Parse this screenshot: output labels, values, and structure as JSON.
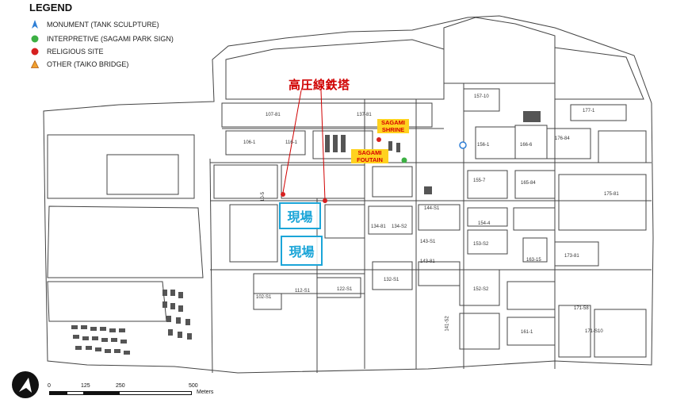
{
  "legend": {
    "title": "LEGEND",
    "items": [
      {
        "label": "MONUMENT (TANK SCULPTURE)",
        "symbol": "monument-icon",
        "color": "#2f7fd6"
      },
      {
        "label": "INTERPRETIVE (SAGAMI PARK SIGN)",
        "symbol": "interpretive-icon",
        "color": "#3cb043"
      },
      {
        "label": "RELIGIOUS SITE",
        "symbol": "religious-site-icon",
        "color": "#d62020"
      },
      {
        "label": "OTHER (TAIKO BRIDGE)",
        "symbol": "other-icon",
        "color": "#f0a030"
      }
    ]
  },
  "callout": {
    "title": "高圧線鉄塔",
    "color": "#d00000"
  },
  "sites": [
    {
      "label": "現場",
      "color": "#1ba5d8"
    },
    {
      "label": "現場",
      "color": "#1ba5d8"
    }
  ],
  "poi": {
    "shrine": "SAGAMI SHRINE",
    "fountain": "SAGAMI FOUTAIN"
  },
  "buildings": [
    "157-10",
    "177-1",
    "107-81",
    "137-81",
    "106-1",
    "116-1",
    "156-1",
    "166-6",
    "176-84",
    "10-5",
    "155-7",
    "165-84",
    "175-81",
    "144-S1",
    "134-81",
    "134-S2",
    "154-4",
    "143-S1",
    "143-81",
    "153-S2",
    "163-15",
    "173-81",
    "112-S1",
    "122-S1",
    "132-S1",
    "152-S2",
    "102-S1",
    "141-S2",
    "161-1",
    "171-58",
    "171-S10"
  ],
  "scale": {
    "ticks": [
      "0",
      "125",
      "250",
      "500"
    ],
    "unit": "Meters"
  }
}
